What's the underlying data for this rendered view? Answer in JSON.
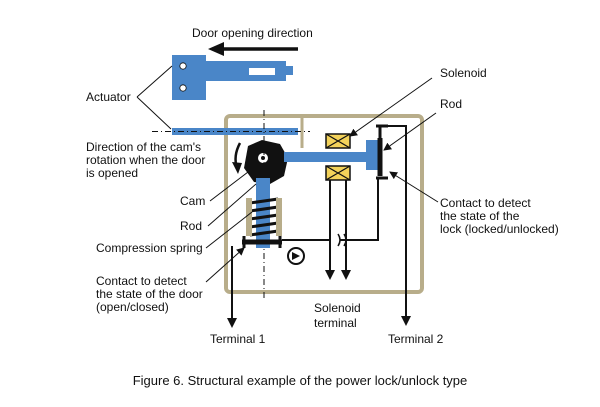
{
  "figure": {
    "caption": "Figure 6. Structural example of the power lock/unlock type"
  },
  "labels": {
    "door_direction": "Door opening direction",
    "actuator": "Actuator",
    "solenoid": "Solenoid",
    "rod_top": "Rod",
    "cam_rotation": [
      "Direction of the cam's",
      "rotation when the door",
      "is opened"
    ],
    "cam": "Cam",
    "rod_left": "Rod",
    "compression_spring": "Compression spring",
    "contact_door": [
      "Contact to detect",
      "the state of the door",
      "(open/closed)"
    ],
    "contact_lock": [
      "Contact to detect",
      "the state of the",
      "lock (locked/unlocked)"
    ],
    "solenoid_terminal": [
      "Solenoid",
      "terminal"
    ],
    "terminal_1": "Terminal 1",
    "terminal_2": "Terminal 2"
  },
  "colors": {
    "blue": "#4a86c8",
    "housing": "#b8ad8a",
    "coil": "#f3d25a",
    "ink": "#111111"
  }
}
